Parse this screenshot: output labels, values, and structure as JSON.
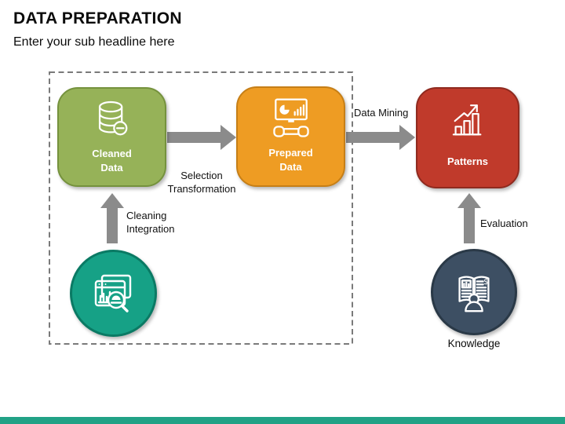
{
  "slide": {
    "title": "DATA PREPARATION",
    "subtitle": "Enter your sub headline here"
  },
  "colors": {
    "green": "#96B258",
    "greenBorder": "#75923D",
    "orange": "#EE9C23",
    "orangeBorder": "#C67F17",
    "red": "#C03A2B",
    "redBorder": "#8F2A1F",
    "teal": "#16A186",
    "tealBorder": "#0A7A64",
    "navy": "#3D4F63",
    "navyBorder": "#2A3947",
    "arrow": "#8B8B8B",
    "dash": "#7A7A7A",
    "footer": "#21A286"
  },
  "nodes": {
    "cleaned": {
      "lines": [
        "Cleaned",
        "Data"
      ],
      "icon": "database-minus-icon"
    },
    "prepared": {
      "lines": [
        "Prepared",
        "Data"
      ],
      "icon": "workstation-monitor-icon"
    },
    "patterns": {
      "label": "Patterns",
      "icon": "growth-chart-icon"
    },
    "rawdata": {
      "icon": "browser-analytics-icon"
    },
    "knowledge": {
      "label": "Knowledge",
      "icon": "book-person-icon"
    }
  },
  "edges": {
    "selection": {
      "lines": [
        "Selection",
        "Transformation"
      ]
    },
    "dataMining": {
      "label": "Data Mining"
    },
    "cleaning": {
      "lines": [
        "Cleaning",
        "Integration"
      ]
    },
    "evaluation": {
      "label": "Evaluation"
    }
  }
}
